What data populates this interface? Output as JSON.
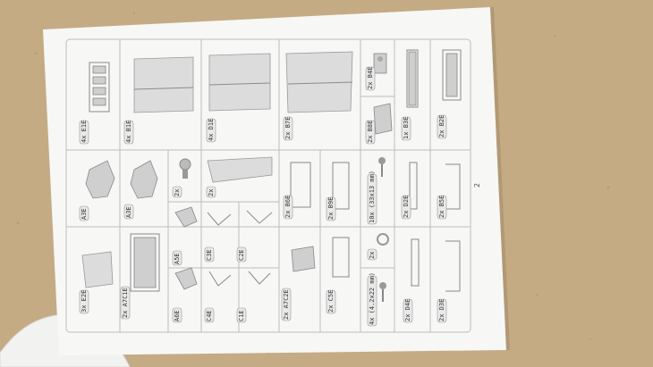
{
  "photo": {
    "page_number": "2",
    "colors": {
      "background_cardboard": "#c4ab84",
      "sheet": "#f7f7f5",
      "grid_lines": "#bdbdbd",
      "ink": "#8a8a8a"
    }
  },
  "cells": [
    {
      "label": "4x E1E"
    },
    {
      "label": "4x B1E"
    },
    {
      "label": "4x D1E"
    },
    {
      "label": "2x B7E"
    },
    {
      "label": "2x B4E"
    },
    {
      "label": "2x B8E"
    },
    {
      "label": "1x B3E"
    },
    {
      "label": "2x B2E"
    },
    {
      "label": "A3E"
    },
    {
      "label": "A3E"
    },
    {
      "label": "2x"
    },
    {
      "label": "2x"
    },
    {
      "label": "2x B6E"
    },
    {
      "label": "2x B9E"
    },
    {
      "label": "10x (33x13 mm)"
    },
    {
      "label": "2x D2E"
    },
    {
      "label": "2x B5E"
    },
    {
      "label": "A5E"
    },
    {
      "label": "C2E"
    },
    {
      "label": "C3E"
    },
    {
      "label": "A6E"
    },
    {
      "label": "C4E"
    },
    {
      "label": "C1E"
    },
    {
      "label": "2x"
    },
    {
      "label": "4x (4.2x22 mm)"
    },
    {
      "label": "2x D4E"
    },
    {
      "label": "2x D3E"
    },
    {
      "label": "3x E2E"
    },
    {
      "label": "2x A7C1E"
    },
    {
      "label": "2x A7C2E"
    },
    {
      "label": "2x C5E"
    }
  ]
}
